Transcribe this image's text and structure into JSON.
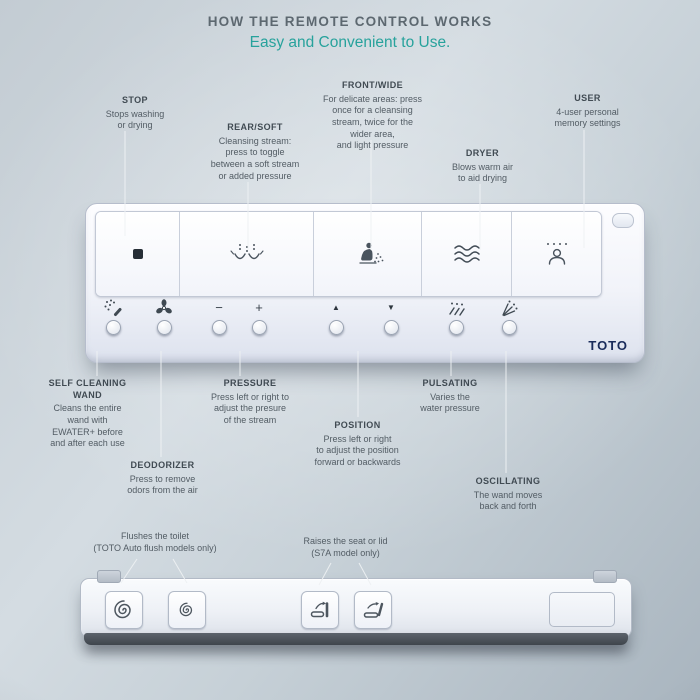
{
  "page": {
    "title": "HOW THE REMOTE CONTROL WORKS",
    "subtitle": "Easy and Convenient to Use."
  },
  "colors": {
    "subtitle_teal": "#27a29c",
    "title_gray": "#5d6870",
    "brand_navy": "#1a2c5b",
    "callout_text": "#525c64",
    "connector_line": "#eef1f3"
  },
  "callouts": {
    "stop": {
      "title": "STOP",
      "text": "Stops washing\nor drying"
    },
    "rear_soft": {
      "title": "REAR/SOFT",
      "text": "Cleansing stream:\npress to toggle\nbetween a soft stream\nor added pressure"
    },
    "front_wide": {
      "title": "FRONT/WIDE",
      "text": "For delicate areas: press\nonce for a cleansing\nstream, twice for the\nwider area,\nand light pressure"
    },
    "dryer": {
      "title": "DRYER",
      "text": "Blows warm air\nto aid drying"
    },
    "user": {
      "title": "USER",
      "text": "4-user personal\nmemory settings"
    },
    "self_cleaning_wand": {
      "title": "SELF CLEANING\nWAND",
      "text": "Cleans the entire\nwand with\nEWATER+ before\nand after each use"
    },
    "pressure": {
      "title": "PRESSURE",
      "text": "Press left or right to\nadjust the presure\nof the stream"
    },
    "deodorizer": {
      "title": "DEODORIZER",
      "text": "Press to remove\nodors from the air"
    },
    "position": {
      "title": "POSITION",
      "text": "Press left or right\nto adjust the position\nforward or backwards"
    },
    "pulsating": {
      "title": "PULSATING",
      "text": "Varies the\nwater pressure"
    },
    "oscillating": {
      "title": "OSCILLATING",
      "text": "The wand moves\nback and forth"
    },
    "flush": {
      "text": "Flushes the toilet\n(TOTO Auto flush models only)"
    },
    "seat_lid": {
      "text": "Raises the seat or lid\n(S7A model only)"
    }
  },
  "main_remote": {
    "brand": "TOTO",
    "top_buttons": [
      {
        "id": "stop",
        "icon": "stop-square-icon"
      },
      {
        "id": "rear-soft",
        "icon": "rear-cleansing-spray-icon"
      },
      {
        "id": "front-wide",
        "icon": "front-wide-spray-icon"
      },
      {
        "id": "dryer",
        "icon": "dryer-waves-icon"
      },
      {
        "id": "user",
        "icon": "user-person-icon"
      }
    ],
    "small_buttons": [
      {
        "id": "self-cleaning-wand",
        "icon": "wand-spray-icon"
      },
      {
        "id": "deodorizer",
        "icon": "fan-icon"
      },
      {
        "id": "pressure-decrease",
        "glyph": "−"
      },
      {
        "id": "pressure-increase",
        "glyph": "+"
      },
      {
        "id": "position-forward",
        "glyph": "▲"
      },
      {
        "id": "position-backward",
        "glyph": "▼"
      },
      {
        "id": "pulsating",
        "icon": "pulsating-spray-icon"
      },
      {
        "id": "oscillating",
        "icon": "oscillating-spray-icon"
      }
    ]
  },
  "side_remote": {
    "buttons": [
      {
        "id": "flush-full",
        "icon": "flush-swirl-icon"
      },
      {
        "id": "flush-eco",
        "icon": "flush-swirl-small-icon"
      },
      {
        "id": "seat-raise",
        "icon": "seat-raise-icon"
      },
      {
        "id": "lid-raise",
        "icon": "lid-raise-icon"
      }
    ]
  }
}
